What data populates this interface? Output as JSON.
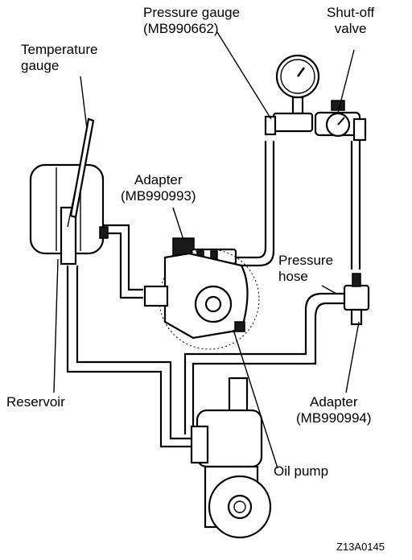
{
  "labels": {
    "pressure_gauge": [
      "Pressure gauge",
      "(MB990662)"
    ],
    "shutoff_valve": [
      "Shut-off",
      "valve"
    ],
    "temperature_gauge": [
      "Temperature",
      "gauge"
    ],
    "adapter_top": [
      "Adapter",
      "(MB990993)"
    ],
    "pressure_hose": [
      "Pressure",
      "hose"
    ],
    "reservoir": "Reservoir",
    "adapter_bottom": [
      "Adapter",
      "(MB990994)"
    ],
    "oil_pump": "Oil pump"
  },
  "figure_code": "Z13A0145"
}
